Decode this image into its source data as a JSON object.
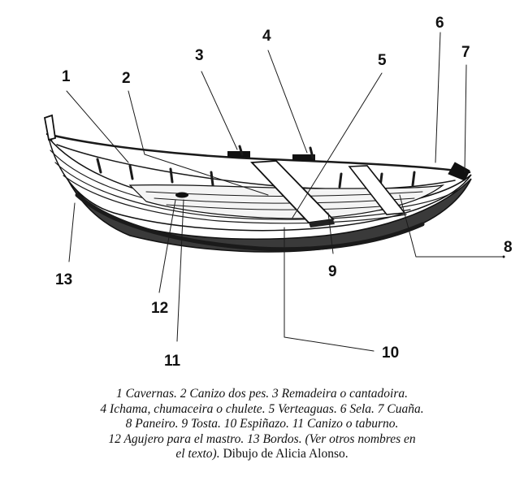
{
  "diagram": {
    "callouts": [
      {
        "id": 1,
        "label": "1"
      },
      {
        "id": 2,
        "label": "2"
      },
      {
        "id": 3,
        "label": "3"
      },
      {
        "id": 4,
        "label": "4"
      },
      {
        "id": 5,
        "label": "5"
      },
      {
        "id": 6,
        "label": "6"
      },
      {
        "id": 7,
        "label": "7"
      },
      {
        "id": 8,
        "label": "8"
      },
      {
        "id": 9,
        "label": "9"
      },
      {
        "id": 10,
        "label": "10"
      },
      {
        "id": 11,
        "label": "11"
      },
      {
        "id": 12,
        "label": "12"
      },
      {
        "id": 13,
        "label": "13"
      }
    ]
  },
  "caption": {
    "line1": "1 Cavernas. 2 Canizo dos pes. 3 Remadeira o cantadoira.",
    "line2": "4 Ichama, chumaceira o chulete. 5 Verteaguas. 6 Sela. 7 Cuaña.",
    "line3": "8 Paneiro. 9 Tosta. 10 Espiñazo. 11 Canizo o taburno.",
    "line4": "12 Agujero para el mastro. 13 Bordos. (Ver otros nombres en",
    "line5_italic": "el texto).",
    "line5_credit": " Dibujo de Alicia Alonso."
  }
}
